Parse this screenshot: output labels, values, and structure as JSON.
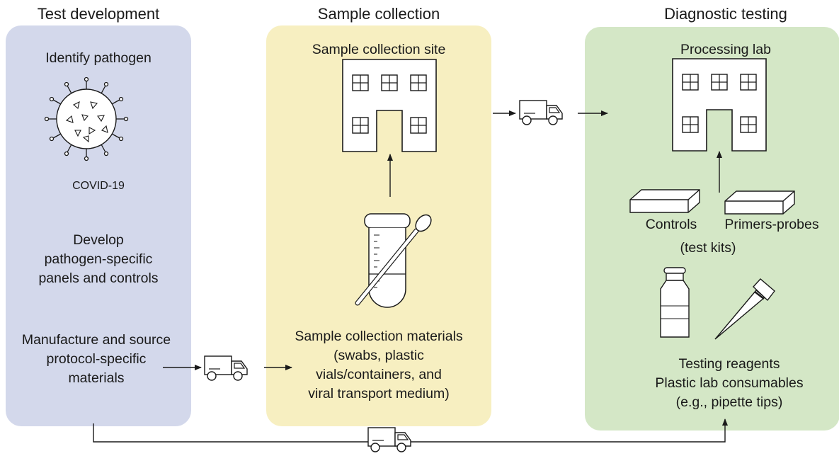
{
  "columns": {
    "test_development": {
      "header": "Test development",
      "identify": "Identify pathogen",
      "virus_label": "COVID-19",
      "develop_l1": "Develop",
      "develop_l2": "pathogen-specific",
      "develop_l3": "panels and controls",
      "manufacture_l1": "Manufacture and source",
      "manufacture_l2": "protocol-specific",
      "manufacture_l3": "materials"
    },
    "sample_collection": {
      "header": "Sample collection",
      "site": "Sample collection site",
      "materials_l1": "Sample collection materials",
      "materials_l2": "(swabs, plastic",
      "materials_l3": "vials/containers, and",
      "materials_l4": "viral transport medium)"
    },
    "diagnostic_testing": {
      "header": "Diagnostic testing",
      "lab": "Processing lab",
      "controls": "Controls",
      "primers": "Primers-probes",
      "test_kits": "(test kits)",
      "reagents_l1": "Testing reagents",
      "reagents_l2": "Plastic lab consumables",
      "reagents_l3": "(e.g., pipette tips)"
    }
  },
  "colors": {
    "test_development_bg": "#d3d8eb",
    "sample_collection_bg": "#f7efc1",
    "diagnostic_testing_bg": "#d4e7c6",
    "line": "#1a1a1a"
  },
  "icons": [
    "virus-icon",
    "building-icon",
    "truck-icon",
    "test-tube-icon",
    "swab-icon",
    "box-icon",
    "bottle-icon",
    "pipette-tip-icon",
    "arrow-icon"
  ]
}
